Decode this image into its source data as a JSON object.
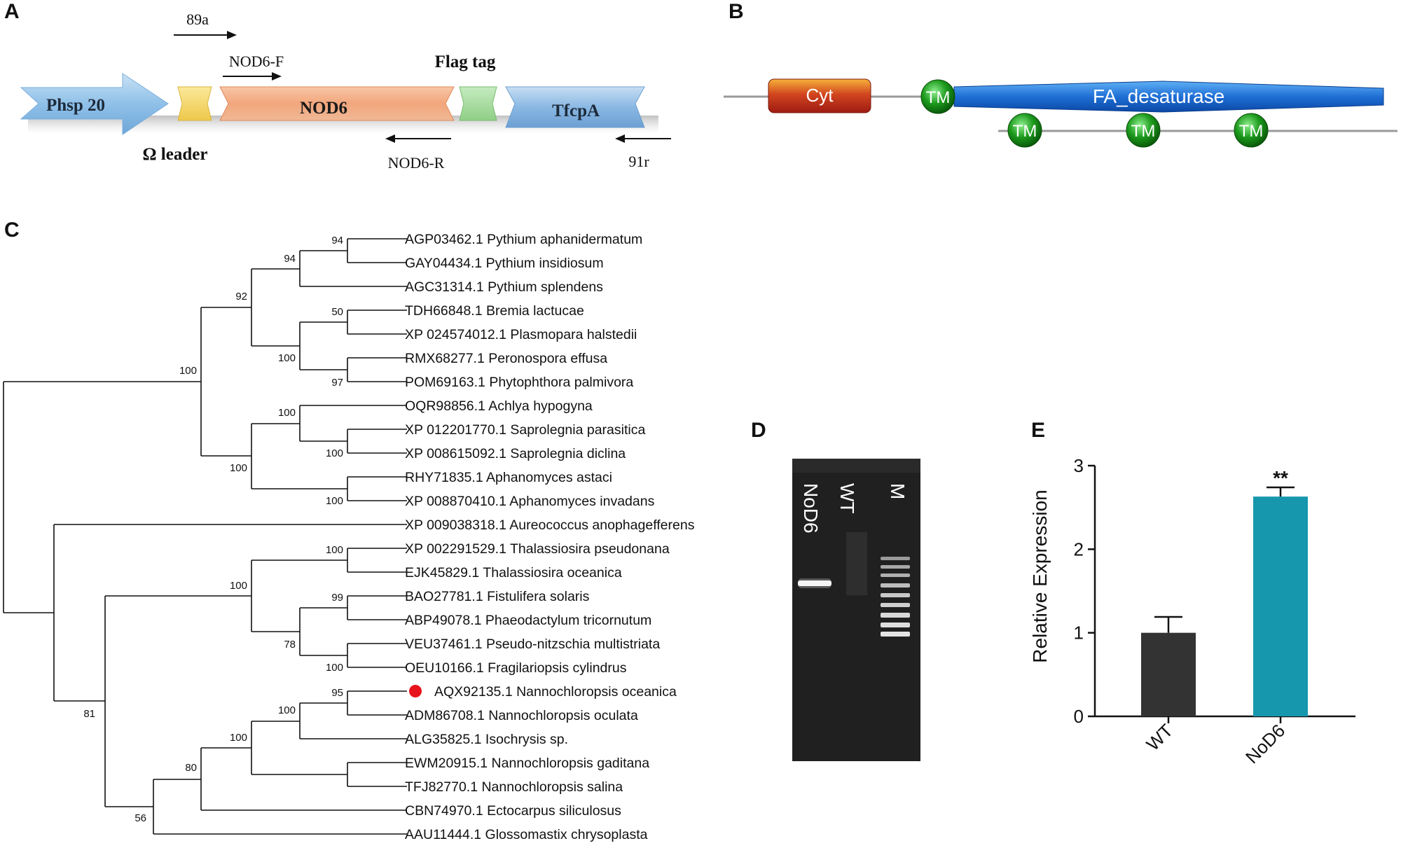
{
  "panel_letters": {
    "a": "A",
    "b": "B",
    "c": "C",
    "d": "D",
    "e": "E"
  },
  "construct": {
    "promoter": "Phsp 20",
    "leader": "Ω leader",
    "gene": "NOD6",
    "tag": "Flag tag",
    "terminator": "TfcpA",
    "primer_89a": "89a",
    "primer_nod6_f": "NOD6-F",
    "primer_nod6_r": "NOD6-R",
    "primer_91r": "91r",
    "colors": {
      "promoter": "#9cc8ea",
      "leader": "#f4dc72",
      "gene": "#f3ad85",
      "tag": "#a8dca0",
      "terminator": "#9cc4e8"
    }
  },
  "domains": {
    "cyt": "Cyt",
    "fa": "FA_desaturase",
    "tm": "TM",
    "colors": {
      "cyt": "#c0392b",
      "fa": "#1f6fd6",
      "tm": "#1c9a1c"
    }
  },
  "tree": {
    "highlight_color": "#e8141b",
    "taxa": [
      "AGP03462.1 Pythium aphanidermatum",
      "GAY04434.1 Pythium insidiosum",
      "AGC31314.1 Pythium splendens",
      "TDH66848.1 Bremia lactucae",
      "XP 024574012.1 Plasmopara halstedii",
      "RMX68277.1 Peronospora effusa",
      "POM69163.1 Phytophthora palmivora",
      "OQR98856.1 Achlya hypogyna",
      "XP 012201770.1 Saprolegnia parasitica",
      "XP 008615092.1 Saprolegnia diclina",
      "RHY71835.1 Aphanomyces astaci",
      "XP 008870410.1 Aphanomyces invadans",
      "XP 009038318.1 Aureococcus anophagefferens",
      "XP 002291529.1 Thalassiosira pseudonana",
      "EJK45829.1 Thalassiosira oceanica",
      "BAO27781.1 Fistulifera solaris",
      "ABP49078.1 Phaeodactylum tricornutum",
      "VEU37461.1 Pseudo-nitzschia multistriata",
      "OEU10166.1 Fragilariopsis cylindrus",
      "AQX92135.1 Nannochloropsis oceanica",
      "ADM86708.1 Nannochloropsis oculata",
      "ALG35825.1 Isochrysis sp.",
      "EWM20915.1 Nannochloropsis gaditana",
      "TFJ82770.1 Nannochloropsis salina",
      "CBN74970.1 Ectocarpus siliculosus",
      "AAU11444.1 Glossomastix chrysoplasta"
    ],
    "bootstrap": {
      "b94a": "94",
      "b94b": "94",
      "b92": "92",
      "b50": "50",
      "b100a": "100",
      "b97": "97",
      "b100b": "100",
      "b100c": "100",
      "b100d": "100",
      "b100e": "100",
      "b100f": "100",
      "b100g": "100",
      "b99": "99",
      "b78": "78",
      "b100h": "100",
      "b95": "95",
      "b100i": "100",
      "b100j": "100",
      "b80": "80",
      "b100k": "100",
      "b81": "81",
      "b56": "56"
    }
  },
  "gel": {
    "lanes": [
      "NoD6",
      "WT",
      "M"
    ]
  },
  "chart_data": {
    "type": "bar",
    "categories": [
      "WT",
      "NoD6"
    ],
    "values": [
      1.0,
      2.63
    ],
    "errors": [
      0.19,
      0.11
    ],
    "significance": [
      "",
      "**"
    ],
    "colors": [
      "#333333",
      "#1797ad"
    ],
    "ylabel": "Relative Expression",
    "xlabel": "",
    "title": "",
    "ylim": [
      0,
      3
    ],
    "yticks": [
      "0",
      "1",
      "2",
      "3"
    ],
    "grid": false
  }
}
